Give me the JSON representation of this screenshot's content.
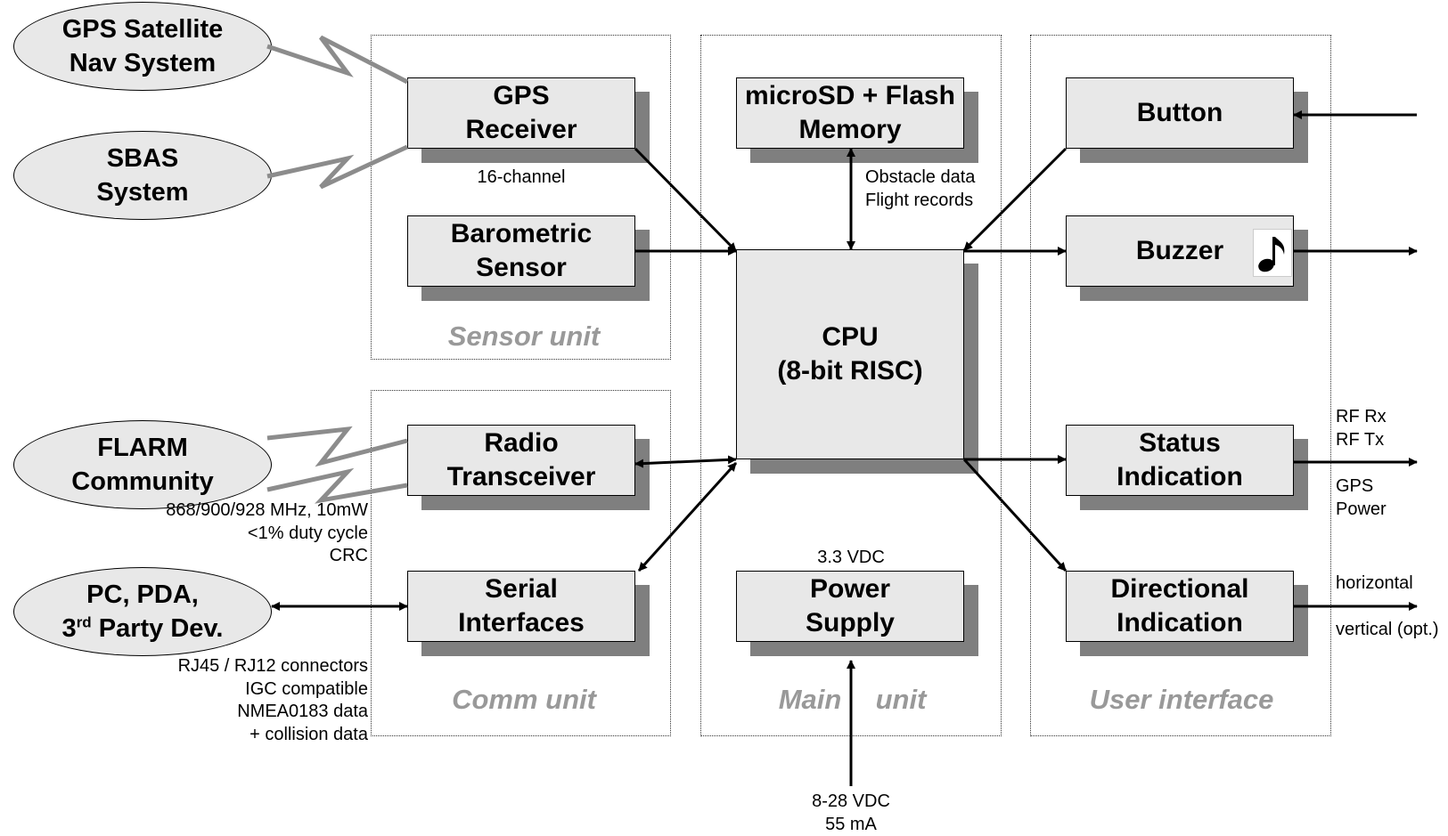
{
  "groups": {
    "sensor": "Sensor unit",
    "comm": "Comm unit",
    "main_left": "Main",
    "main_right": "unit",
    "ui": "User interface"
  },
  "external": {
    "gps_sat": [
      "GPS Satellite",
      "Nav System"
    ],
    "sbas": [
      "SBAS",
      "System"
    ],
    "flarm": [
      "FLARM",
      "Community"
    ],
    "pc": [
      "PC, PDA,",
      "3",
      "rd",
      " Party Dev."
    ]
  },
  "blocks": {
    "gps_receiver": [
      "GPS",
      "Receiver"
    ],
    "barometric": [
      "Barometric",
      "Sensor"
    ],
    "radio": [
      "Radio",
      "Transceiver"
    ],
    "serial": [
      "Serial",
      "Interfaces"
    ],
    "memory": [
      "microSD + Flash",
      "Memory"
    ],
    "cpu": [
      "CPU",
      "(8-bit RISC)"
    ],
    "power": [
      "Power",
      "Supply"
    ],
    "button": [
      "Button"
    ],
    "buzzer": [
      "Buzzer"
    ],
    "status": [
      "Status",
      "Indication"
    ],
    "directional": [
      "Directional",
      "Indication"
    ]
  },
  "notes": {
    "gps_channel": "16-channel",
    "memory_data": [
      "Obstacle data",
      "Flight records"
    ],
    "radio_specs": [
      "868/900/928 MHz, 10mW",
      "<1% duty cycle",
      "CRC"
    ],
    "serial_specs": [
      "RJ45 / RJ12 connectors",
      "IGC compatible",
      "NMEA0183 data",
      "+ collision data"
    ],
    "voltage_internal": "3.3 VDC",
    "voltage_input": [
      "8-28 VDC",
      "55 mA"
    ],
    "status_outputs_top": [
      "RF Rx",
      "RF Tx"
    ],
    "status_outputs_bottom": [
      "GPS",
      "Power"
    ],
    "dir_horizontal": "horizontal",
    "dir_vertical": "vertical (opt.)"
  },
  "icons": {
    "buzzer_note": "music-note-icon"
  },
  "colors": {
    "block_fill": "#e8e8e8",
    "shadow": "#7f7f7f",
    "group_title": "#999999",
    "wireless": "#8c8c8c"
  }
}
